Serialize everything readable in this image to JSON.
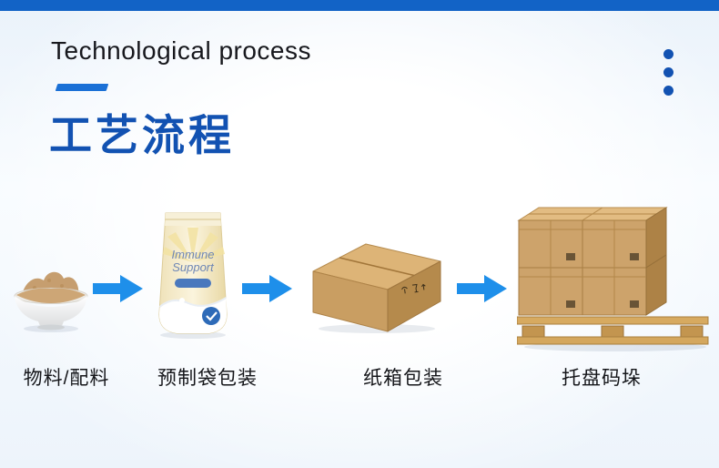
{
  "colors": {
    "top_bar": "#1263c6",
    "accent_blue": "#1252b2",
    "arrow_blue": "#1e8fea",
    "cardboard": "#cda36b"
  },
  "header": {
    "title_en": "Technological process",
    "title_zh": "工艺流程"
  },
  "steps": [
    {
      "id": "materials",
      "label": "物料/配料",
      "icon": "powder-bowl"
    },
    {
      "id": "premade-bag-packaging",
      "label": "预制袋包装",
      "icon": "pouch"
    },
    {
      "id": "carton-packaging",
      "label": "纸箱包装",
      "icon": "carton-box"
    },
    {
      "id": "pallet-stacking",
      "label": "托盘码垛",
      "icon": "pallet-stack"
    }
  ],
  "pouch_text": {
    "line1": "Immune",
    "line2": "Support"
  }
}
